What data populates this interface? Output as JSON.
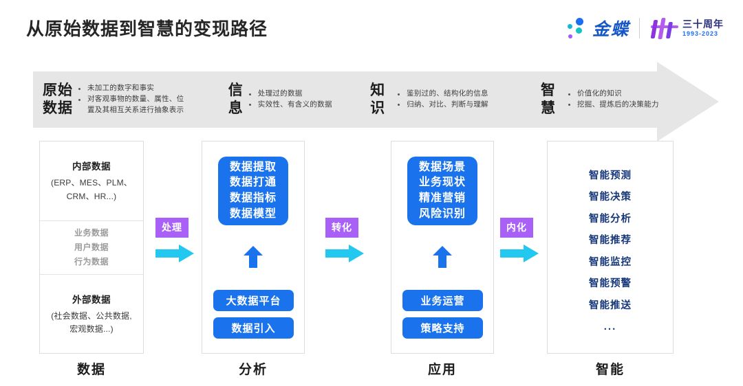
{
  "header": {
    "title": "从原始数据到智慧的变现路径",
    "brand_name": "金蝶",
    "anniversary_top": "三十周年",
    "anniversary_years": "1993-2023"
  },
  "colors": {
    "accent_blue": "#1a73ec",
    "accent_purple": "#a860f7",
    "accent_cyan": "#22c8f0",
    "band_gray": "#e6e6e6",
    "navy": "#15377a"
  },
  "band": {
    "stages": [
      {
        "term": "原始\n数据",
        "term_line1": "原始",
        "term_line2": "数据",
        "bullets": [
          "未加工的数字和事实",
          "对客观事物的数量、属性、位",
          "置及其相互关系进行抽象表示"
        ]
      },
      {
        "term_line1": "信",
        "term_line2": "息",
        "bullets": [
          "处理过的数据",
          "实效性、有含义的数据"
        ]
      },
      {
        "term_line1": "知",
        "term_line2": "识",
        "bullets": [
          "鉴别过的、结构化的信息",
          "归纳、对比、判断与理解"
        ]
      },
      {
        "term_line1": "智",
        "term_line2": "慧",
        "bullets": [
          "价值化的知识",
          "挖掘、提炼后的决策能力"
        ]
      }
    ]
  },
  "columns": {
    "data": {
      "footer": "数据",
      "internal_title": "内部数据",
      "internal_sub_line1": "(ERP、MES、PLM、",
      "internal_sub_line2": "CRM、HR...)",
      "middle_items": [
        "业务数据",
        "用户数据",
        "行为数据"
      ],
      "external_title": "外部数据",
      "external_sub_line1": "(社会数据、公共数据,",
      "external_sub_line2": "宏观数据...)"
    },
    "analysis": {
      "footer": "分析",
      "box_items": [
        "数据提取",
        "数据打通",
        "数据指标",
        "数据模型"
      ],
      "pills": [
        "大数据平台",
        "数据引入"
      ]
    },
    "application": {
      "footer": "应用",
      "box_items": [
        "数据场景",
        "业务现状",
        "精准营销",
        "风险识别"
      ],
      "pills": [
        "业务运营",
        "策略支持"
      ]
    },
    "intelligence": {
      "footer": "智能",
      "items": [
        "智能预测",
        "智能决策",
        "智能分析",
        "智能推荐",
        "智能监控",
        "智能预警",
        "智能推送"
      ],
      "ellipsis": "..."
    }
  },
  "connectors": [
    {
      "label": "处理"
    },
    {
      "label": "转化"
    },
    {
      "label": "内化"
    }
  ]
}
